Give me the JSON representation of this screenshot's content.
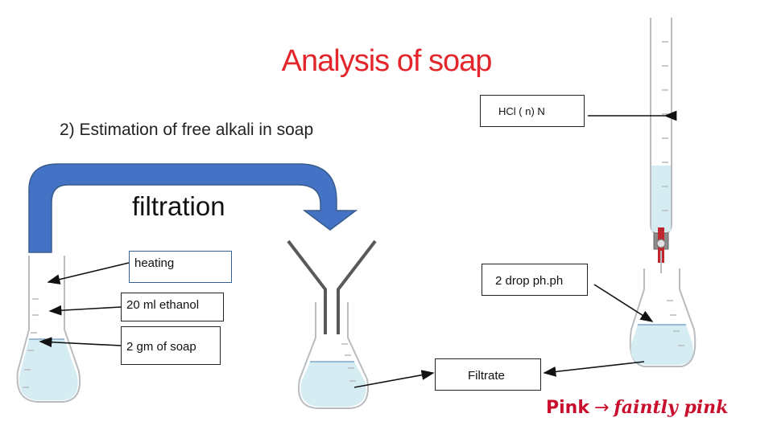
{
  "title": "Analysis of soap",
  "subtitle": "2) Estimation of free alkali in soap",
  "process_label": "filtration",
  "labels": {
    "heating": "heating",
    "ethanol": "20 ml ethanol",
    "soap": "2 gm of soap",
    "hcl": "HCl   ( n) N",
    "indicator": "2 drop ph.ph",
    "filtrate": "Filtrate"
  },
  "color_change": {
    "from": "Pink",
    "arrow": "→",
    "to": "faintly pink"
  },
  "colors": {
    "title": "#e3262b",
    "arrow_fill": "#4472c4",
    "liquid": "#d6ecf3",
    "stopcock": "#c0262d"
  }
}
